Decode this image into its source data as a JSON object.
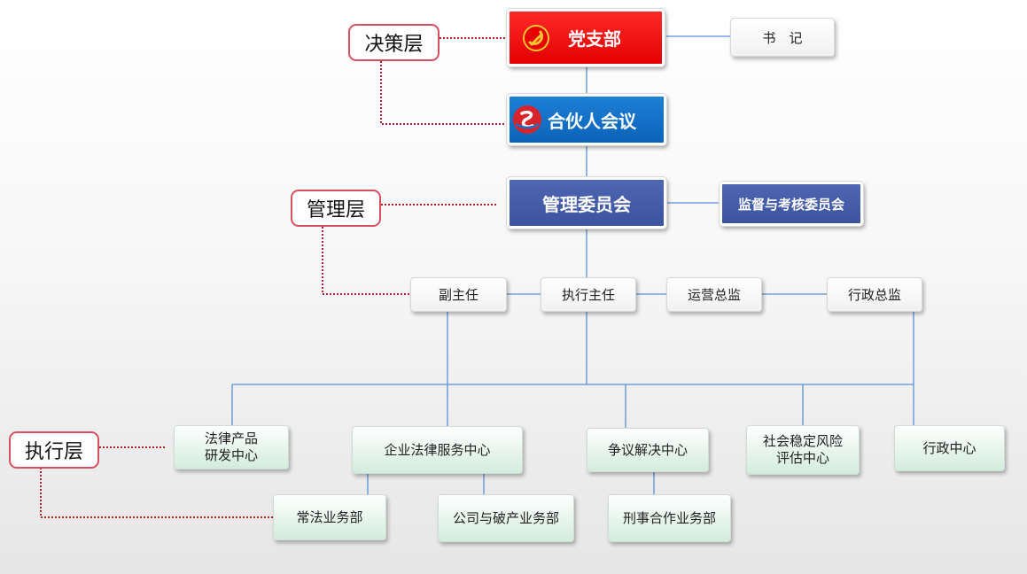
{
  "layers": {
    "decision": "决策层",
    "management": "管理层",
    "execution": "执行层"
  },
  "top": {
    "party_branch": "党支部",
    "secretary": "书　记",
    "partners_meeting": "合伙人会议",
    "management_committee": "管理委员会",
    "supervision_committee": "监督与考核委员会"
  },
  "officers": {
    "deputy_director": "副主任",
    "executive_director": "执行主任",
    "operations_director": "运营总监",
    "admin_director": "行政总监"
  },
  "centers": {
    "product_rd_line1": "法律产品",
    "product_rd_line2": "研发中心",
    "enterprise_legal": "企业法律服务中心",
    "dispute_resolution": "争议解决中心",
    "risk_line1": "社会稳定风险",
    "risk_line2": "评估中心",
    "admin_center": "行政中心"
  },
  "departments": {
    "general_law": "常法业务部",
    "corporate_bankruptcy": "公司与破产业务部",
    "criminal_cooperation": "刑事合作业务部"
  },
  "icons": {
    "party_emblem": "party-emblem-icon",
    "partner_logo": "partner-logo-icon"
  },
  "colors": {
    "party_red": "#e60000",
    "partner_blue": "#0b63b8",
    "committee_navy": "#3f58a4",
    "connector_blue": "#5b8fd6",
    "dotted_red": "#b3202c"
  }
}
